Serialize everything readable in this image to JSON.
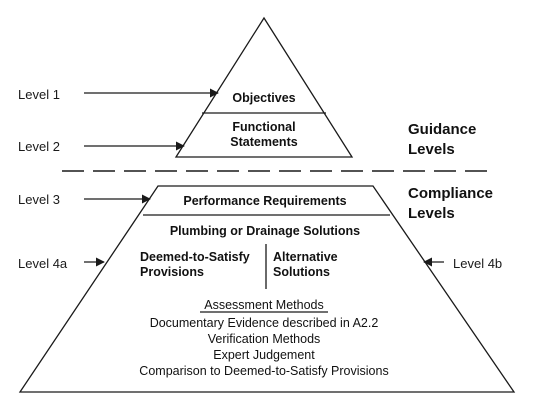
{
  "levels": {
    "level1": "Level 1",
    "level2": "Level 2",
    "level3": "Level 3",
    "level4a": "Level 4a",
    "level4b": "Level 4b"
  },
  "groups": {
    "guidance_line1": "Guidance",
    "guidance_line2": "Levels",
    "compliance_line1": "Compliance",
    "compliance_line2": "Levels"
  },
  "top_pyramid": {
    "objectives": "Objectives",
    "functional_line1": "Functional",
    "functional_line2": "Statements"
  },
  "bottom_pyramid": {
    "performance": "Performance Requirements",
    "solutions": "Plumbing or Drainage Solutions",
    "dts_line1": "Deemed-to-Satisfy",
    "dts_line2": "Provisions",
    "alt_line1": "Alternative",
    "alt_line2": "Solutions",
    "assessment_title": "Assessment Methods",
    "methods": [
      "Documentary Evidence described in A2.2",
      "Verification Methods",
      "Expert Judgement",
      "Comparison to Deemed-to-Satisfy Provisions"
    ]
  }
}
